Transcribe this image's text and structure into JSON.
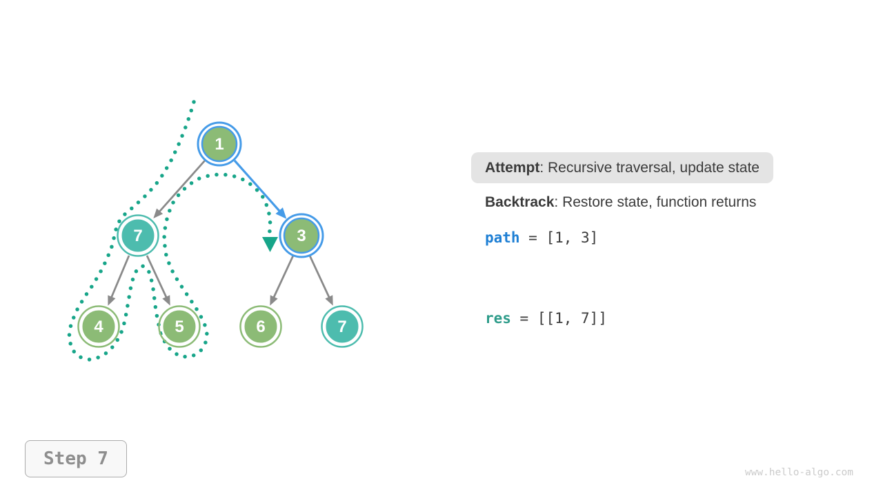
{
  "legend": {
    "attempt": {
      "label": "Attempt",
      "text": ": Recursive traversal, update state"
    },
    "backtrack": {
      "label": "Backtrack",
      "text": ": Restore state, function returns"
    }
  },
  "variables": {
    "path": {
      "name": "path",
      "value": "= [1, 3]"
    },
    "res": {
      "name": "res",
      "value": "= [[1, 7]]"
    }
  },
  "step": {
    "label": "Step 7"
  },
  "watermark": "www.hello-algo.com",
  "tree": {
    "nodes": [
      {
        "value": "1",
        "color": "green",
        "state": "on-current-path"
      },
      {
        "value": "7",
        "color": "teal",
        "state": "visited"
      },
      {
        "value": "3",
        "color": "green",
        "state": "on-current-path"
      },
      {
        "value": "4",
        "color": "green",
        "state": "visited"
      },
      {
        "value": "5",
        "color": "green",
        "state": "visited"
      },
      {
        "value": "6",
        "color": "green",
        "state": "unvisited"
      },
      {
        "value": "7",
        "color": "teal",
        "state": "unvisited"
      }
    ],
    "edges": [
      {
        "from": "1",
        "to": "7",
        "style": "normal"
      },
      {
        "from": "1",
        "to": "3",
        "style": "active-blue"
      },
      {
        "from": "7",
        "to": "4",
        "style": "normal"
      },
      {
        "from": "7",
        "to": "5",
        "style": "normal"
      },
      {
        "from": "3",
        "to": "6",
        "style": "normal"
      },
      {
        "from": "3",
        "to": "7",
        "style": "normal"
      }
    ],
    "trace": "dotted traversal path: 1 -> 7 -> 4 -> back -> 5 -> back -> back -> 3 (arrow points at 3)"
  },
  "colors": {
    "node_green": "#8CBB76",
    "node_teal": "#4DBCAE",
    "trace_teal": "#17A589",
    "accent_blue": "#459BE8",
    "edge_gray": "#8A8A8A",
    "text_dark": "#3A3A3A",
    "code_blue": "#1E7FD4",
    "code_teal": "#2E9C8A",
    "attempt_box_bg": "#E4E4E4",
    "step_border": "#ABABAB",
    "step_bg": "#F8F8F8",
    "step_text": "#8E8E8E",
    "watermark_gray": "#CBCBCB"
  }
}
